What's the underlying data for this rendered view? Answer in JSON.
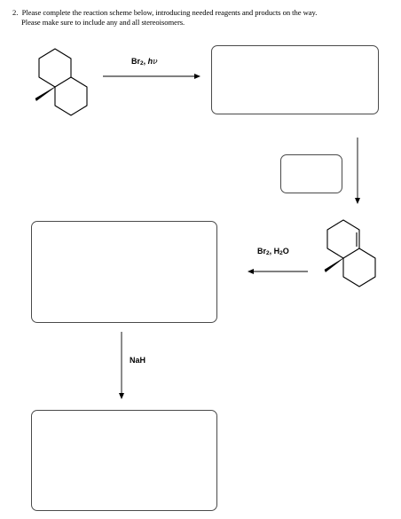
{
  "question": {
    "number": "2.",
    "line1": "Please complete the reaction scheme below, introducing needed reagents and products on the way.",
    "line2": "Please make sure to include any and all stereoisomers."
  },
  "step1": {
    "reagent": "Br",
    "reagent_sub": "2",
    "reagent_sep": ", ",
    "reagent_h": "h",
    "reagent_nu": "ν"
  },
  "step3": {
    "reagent": "Br",
    "reagent_sub1": "2",
    "reagent_mid": ", H",
    "reagent_sub2": "2",
    "reagent_end": "O"
  },
  "step4": {
    "reagent": "NaH"
  },
  "molecules": {
    "start": "trans-decalin-type bicyclic with angular methyl (wedge)",
    "alkene": "bicyclic alkene with angular methyl (wedge)"
  }
}
